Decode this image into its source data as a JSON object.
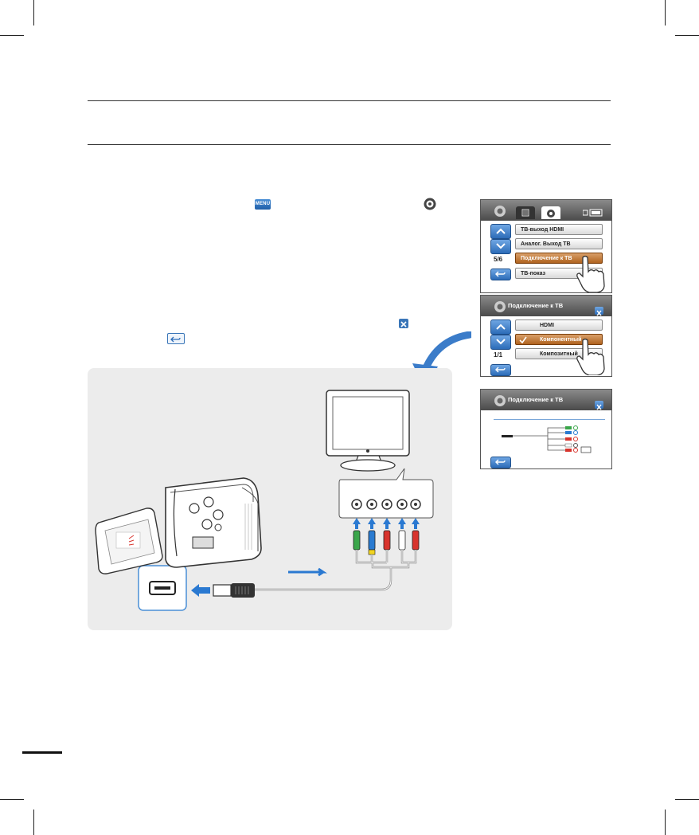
{
  "icons": {
    "menu_button_label": "MENU",
    "gear": "gear-icon",
    "close": "close-icon",
    "back": "back-icon"
  },
  "panel1": {
    "items": [
      "ТВ-выход HDMI",
      "Аналог. Выход ТВ",
      "Подключение к ТВ",
      "ТВ-показ"
    ],
    "page": "5/6"
  },
  "panel2": {
    "title": "Подключение к ТВ",
    "items": [
      "HDMI",
      "Компонентный",
      "Композитный"
    ],
    "page": "1/1"
  },
  "panel3": {
    "title": "Подключение к ТВ"
  },
  "colors": {
    "accent_blue": "#2c6cb8",
    "selected_orange": "#b0631f",
    "illustration_bg": "#ececec"
  }
}
